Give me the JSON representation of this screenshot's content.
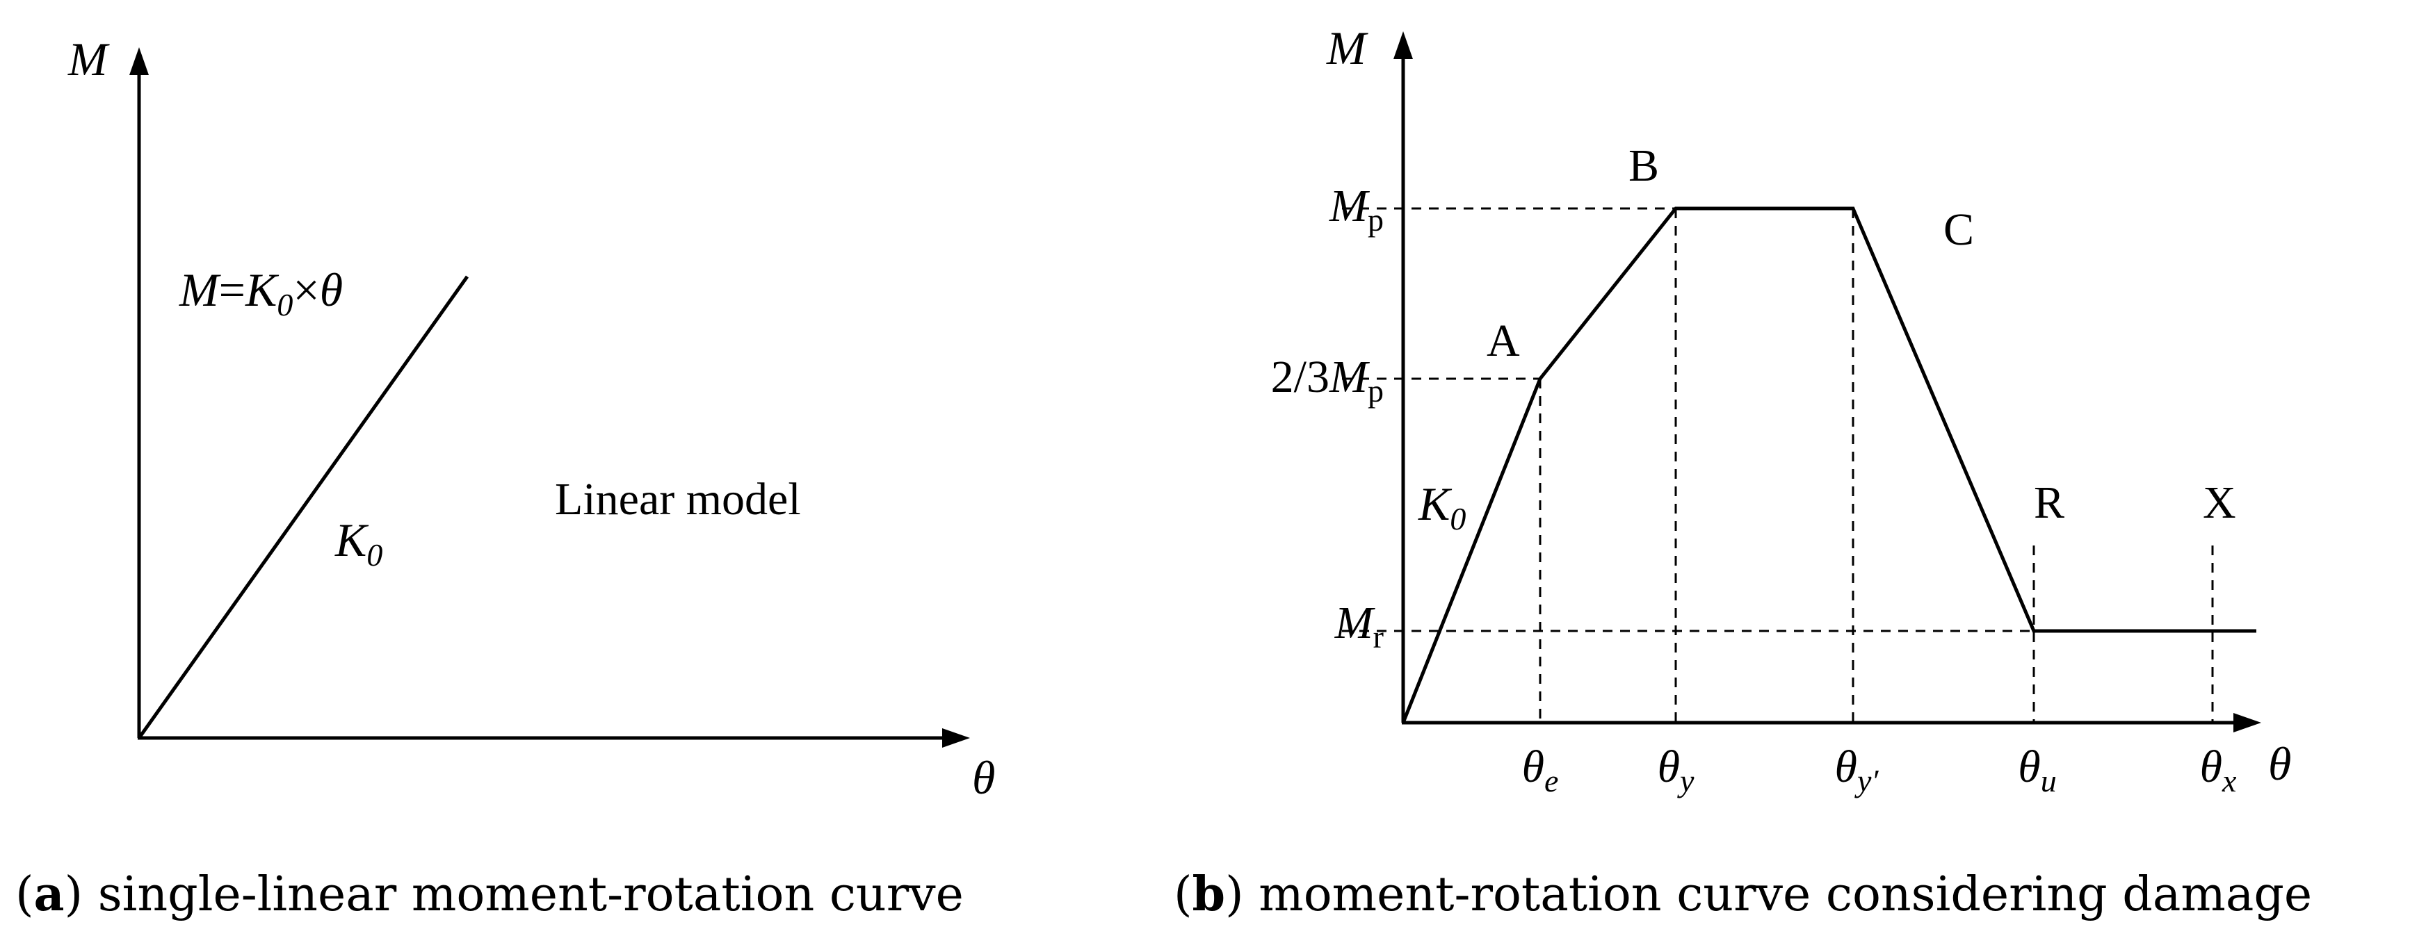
{
  "panel_a": {
    "y_axis_label": "M",
    "x_axis_label": "θ",
    "equation": {
      "lhs": "M",
      "eq": "=",
      "k": "K",
      "k_sub": "0",
      "times": "×",
      "theta": "θ"
    },
    "slope_label": {
      "k": "K",
      "k_sub": "0"
    },
    "model_label": "Linear model",
    "caption": {
      "open": "(",
      "letter": "a",
      "close": ")",
      "text": " single-linear moment-rotation curve"
    }
  },
  "panel_b": {
    "y_axis_label": "M",
    "x_axis_label": "θ",
    "y_ticks": {
      "mp": {
        "base": "M",
        "sub": "p"
      },
      "two_thirds_mp": {
        "prefix": "2/3",
        "base": "M",
        "sub": "p"
      },
      "mr": {
        "base": "M",
        "sub": "r"
      }
    },
    "x_ticks": [
      {
        "base": "θ",
        "sub": "e"
      },
      {
        "base": "θ",
        "sub": "y"
      },
      {
        "base": "θ",
        "sub": "y′"
      },
      {
        "base": "θ",
        "sub": "u"
      },
      {
        "base": "θ",
        "sub": "x"
      }
    ],
    "points": {
      "a": "A",
      "b": "B",
      "c": "C",
      "r": "R",
      "x": "X"
    },
    "slope_label": {
      "k": "K",
      "k_sub": "0"
    },
    "caption": {
      "open": "(",
      "letter": "b",
      "close": ")",
      "text": " moment-rotation curve considering damage"
    }
  }
}
